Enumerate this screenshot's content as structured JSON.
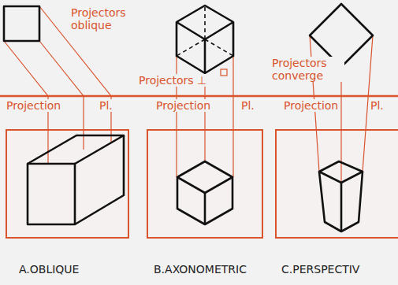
{
  "diagram": {
    "labels": [
      "Projectors oblique",
      "Projection",
      "Pl.",
      "Projectors ⊥",
      "Projection",
      "Pl.",
      "Projectors converge",
      "Projection",
      "Pl.",
      "A.OBLIQUE",
      "B.AXONOMETRIC",
      "C.PERSPECTIV"
    ]
  }
}
